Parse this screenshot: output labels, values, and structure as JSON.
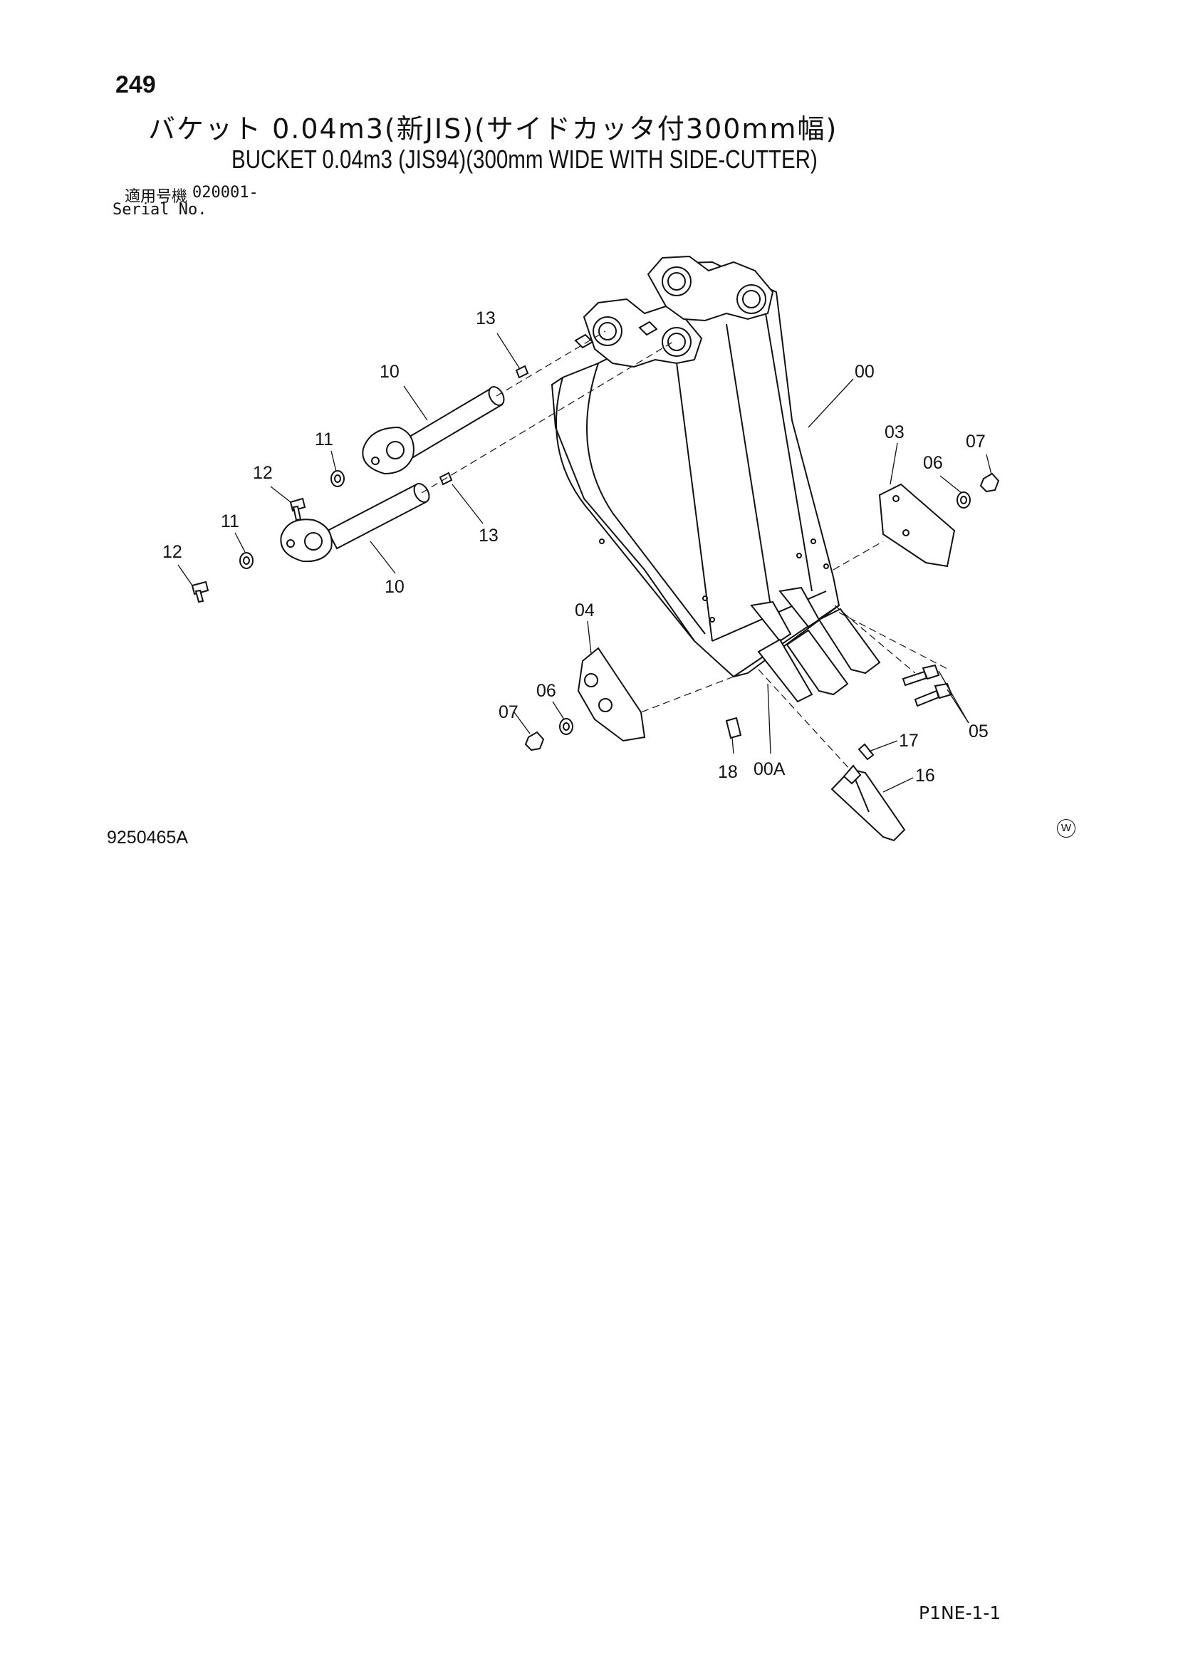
{
  "page": {
    "number": "249",
    "title_jp": "バケット 0.04m3(新JIS)(サイドカッタ付300mm幅)",
    "title_en": "BUCKET 0.04m3 (JIS94)(300mm WIDE WITH SIDE-CUTTER)",
    "serial_label_jp": "適用号機",
    "serial_number": "020001-",
    "serial_label_en": "Serial No.",
    "drawing_code": "9250465A",
    "watermark_symbol": "W",
    "page_ref": "P1NE-1-1"
  },
  "callouts": [
    "13",
    "10",
    "11",
    "12",
    "11",
    "12",
    "13",
    "10",
    "00",
    "03",
    "06",
    "07",
    "04",
    "06",
    "07",
    "18",
    "00A",
    "17",
    "05",
    "16"
  ]
}
